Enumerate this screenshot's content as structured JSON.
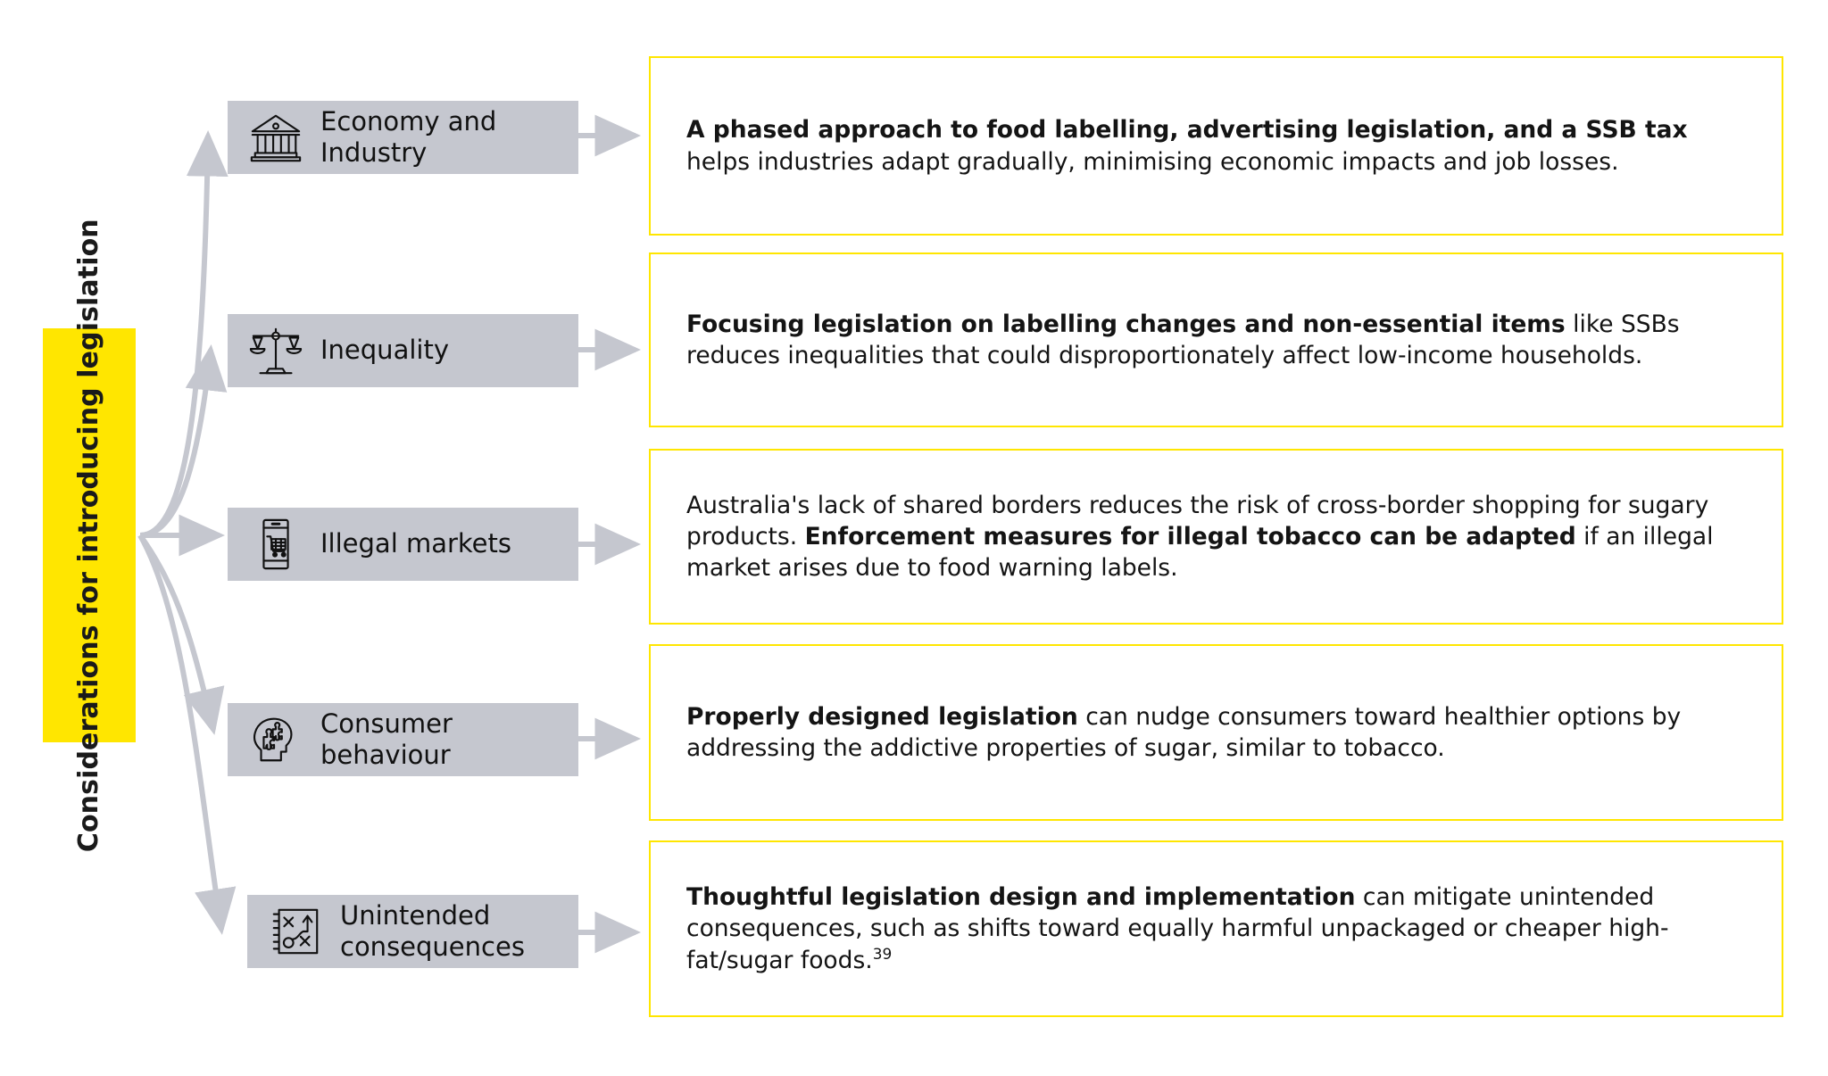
{
  "diagram": {
    "root": {
      "label": "Considerations for\nintroducing legislation",
      "color": "#ffe600"
    },
    "chip_color": "#c5c7cf",
    "card_border_color": "#ffe600",
    "connector_color": "#c5c7cf",
    "rows": [
      {
        "icon": "bank-icon",
        "chip_label": "Economy and\nIndustry",
        "text_lead": "A phased approach to food labelling, advertising legislation, and a SSB tax",
        "text_rest": " helps industries adapt gradually, minimising economic impacts and job losses.",
        "lead_first": true,
        "footnote": ""
      },
      {
        "icon": "scales-icon",
        "chip_label": "Inequality",
        "text_lead": "Focusing legislation on labelling changes and non-essential items",
        "text_rest": " like SSBs reduces inequalities that could disproportionately affect low-income households.",
        "lead_first": true,
        "footnote": ""
      },
      {
        "icon": "mobile-cart-icon",
        "chip_label": "Illegal markets",
        "text_pre": "Australia's lack of shared borders reduces the risk of cross-border shopping for sugary products. ",
        "text_lead": "Enforcement measures for illegal tobacco can be adapted",
        "text_rest": " if an illegal market arises due to food warning labels.",
        "lead_first": false,
        "footnote": ""
      },
      {
        "icon": "head-puzzle-icon",
        "chip_label": "Consumer\nbehaviour",
        "text_lead": "Properly designed legislation",
        "text_rest": " can nudge consumers toward healthier options by addressing the addictive properties of sugar, similar to tobacco.",
        "lead_first": true,
        "footnote": ""
      },
      {
        "icon": "strategy-playbook-icon",
        "chip_label": "Unintended\nconsequences",
        "text_lead": "Thoughtful legislation design and implementation",
        "text_rest": " can mitigate unintended consequences, such as shifts toward equally harmful unpackaged or cheaper high-fat/sugar foods.",
        "lead_first": true,
        "footnote": "39"
      }
    ]
  }
}
